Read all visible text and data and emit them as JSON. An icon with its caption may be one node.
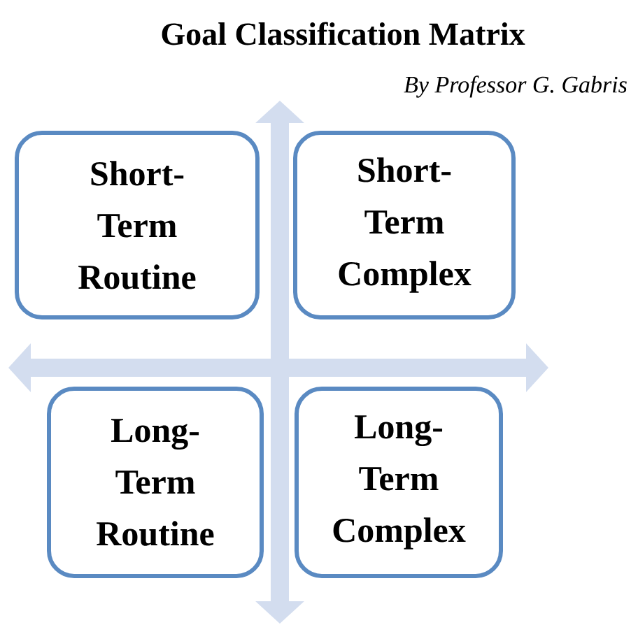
{
  "diagram": {
    "title": "Goal Classification Matrix",
    "nodes": [
      {
        "text": [
          "Short-Term Routine"
        ]
      },
      {
        "text": [
          "Short-Term Complex"
        ]
      },
      {
        "text": [
          "Long-Term Routine"
        ]
      },
      {
        "text": [
          "Long-Term Complex"
        ]
      }
    ],
    "labels": [
      "By Professor G. Gabris"
    ]
  }
}
